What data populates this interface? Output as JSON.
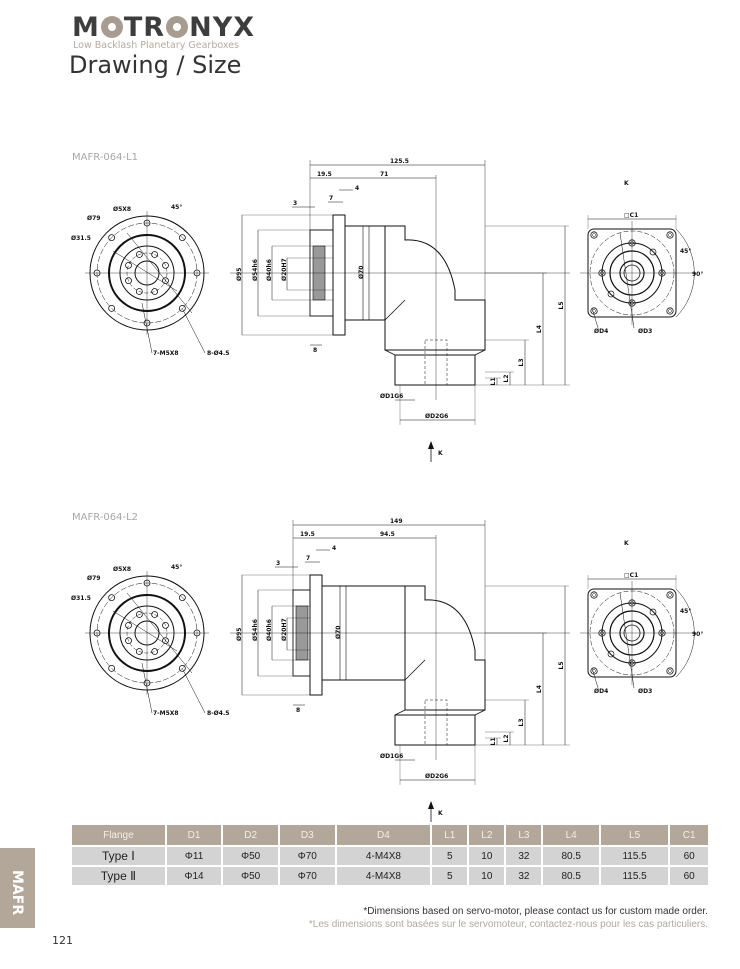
{
  "header": {
    "logo_text": "MOTRONYX",
    "logo_parts": [
      "M",
      "T",
      "R",
      "NYX"
    ],
    "tagline": "Low Backlash Planetary Gearboxes",
    "title": "Drawing / Size"
  },
  "drawings": [
    {
      "model": "MAFR-064-L1",
      "front": {
        "hole_dia": "Ø5X8",
        "pcd_outer": "Ø79",
        "pcd_inner": "Ø31.5",
        "angle": "45°",
        "thread": "7-M5X8",
        "holes": "8-Ø4.5"
      },
      "side": {
        "total": "125.5",
        "d_a": "19.5",
        "d_b": "71",
        "d_4": "4",
        "d_7": "7",
        "d_3": "3",
        "d_8": "8",
        "dia95": "Ø95",
        "dia54": "Ø54h6",
        "dia40": "Ø40h6",
        "dia20": "Ø20H7",
        "dia70": "Ø70",
        "L1": "L1",
        "L2": "L2",
        "L3": "L3",
        "L4": "L4",
        "L5": "L5",
        "D1": "ØD1G6",
        "D2": "ØD2G6",
        "arrow": "K"
      },
      "kview": {
        "title": "K",
        "c1": "□C1",
        "a45": "45°",
        "a90": "90°",
        "d4": "ØD4",
        "d3": "ØD3"
      }
    },
    {
      "model": "MAFR-064-L2",
      "front": {
        "hole_dia": "Ø5X8",
        "pcd_outer": "Ø79",
        "pcd_inner": "Ø31.5",
        "angle": "45°",
        "thread": "7-M5X8",
        "holes": "8-Ø4.5"
      },
      "side": {
        "total": "149",
        "d_a": "19.5",
        "d_b": "94.5",
        "d_4": "4",
        "d_7": "7",
        "d_3": "3",
        "d_8": "8",
        "dia95": "Ø95",
        "dia54": "Ø54h6",
        "dia40": "Ø40h6",
        "dia20": "Ø20H7",
        "dia70": "Ø70",
        "L1": "L1",
        "L2": "L2",
        "L3": "L3",
        "L4": "L4",
        "L5": "L5",
        "D1": "ØD1G6",
        "D2": "ØD2G6",
        "arrow": "K"
      },
      "kview": {
        "title": "K",
        "c1": "□C1",
        "a45": "45°",
        "a90": "90°",
        "d4": "ØD4",
        "d3": "ØD3"
      }
    }
  ],
  "table": {
    "headers": [
      "Flange",
      "D1",
      "D2",
      "D3",
      "D4",
      "L1",
      "L2",
      "L3",
      "L4",
      "L5",
      "C1"
    ],
    "rows": [
      [
        "Type Ⅰ",
        "Φ11",
        "Φ50",
        "Φ70",
        "4-M4X8",
        "5",
        "10",
        "32",
        "80.5",
        "115.5",
        "60"
      ],
      [
        "Type Ⅱ",
        "Φ14",
        "Φ50",
        "Φ70",
        "4-M4X8",
        "5",
        "10",
        "32",
        "80.5",
        "115.5",
        "60"
      ]
    ]
  },
  "side_tab": "MAFR",
  "notes": [
    "*Dimensions based on servo-motor,  please contact us for custom made order.",
    "*Les dimensions sont basées sur le servomoteur, contactez-nous pour les cas particuliers."
  ],
  "page_number": "121",
  "colors": {
    "accent": "#b3a799",
    "row": "#d3d3d3",
    "logo": "#3d3d3d"
  }
}
